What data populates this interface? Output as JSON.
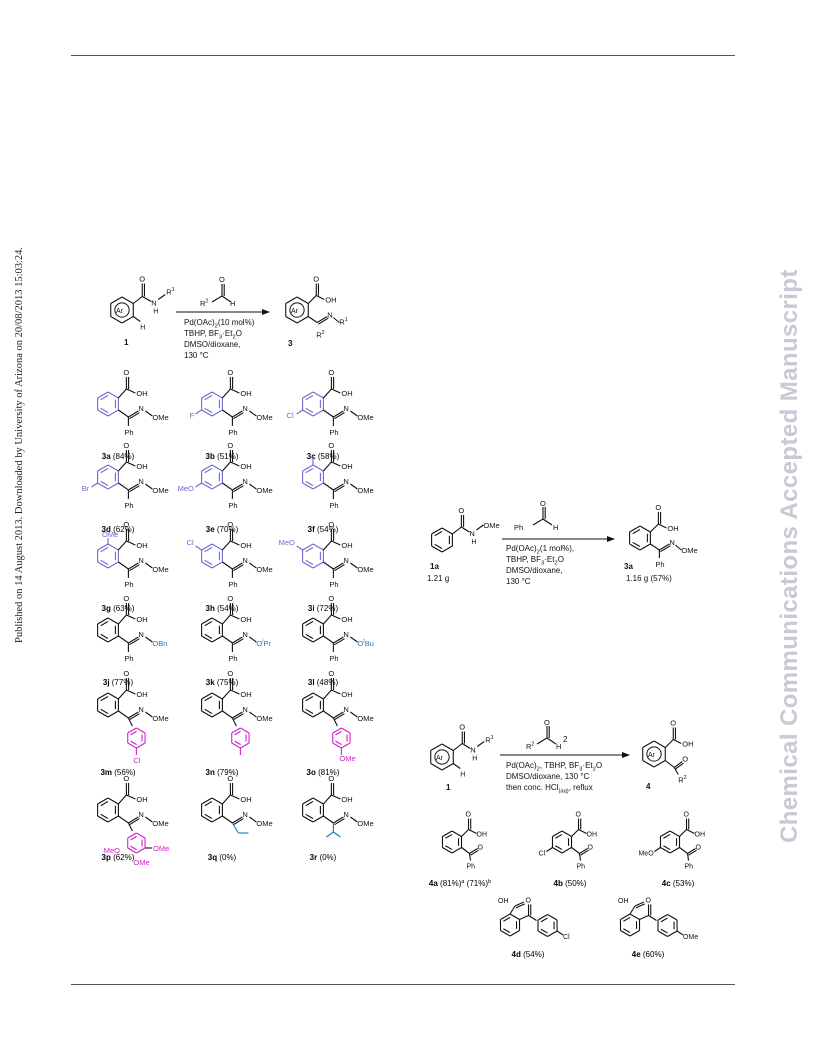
{
  "sidebar_left": "Published on 14 August 2013. Downloaded by University of Arizona on 20/08/2013 15:03:24.",
  "watermark": "Chemical Communications Accepted Manuscript",
  "colors": {
    "aryl": "#6a6ad0",
    "alkyl": "#1a7ab0",
    "magenta": "#d020c8",
    "line": "#111111"
  },
  "scheme1": {
    "arrow_top": "R",
    "conditions": [
      "Pd(OAc)",
      "TBHP, BF",
      "DMSO/dioxane,",
      "130 °C"
    ],
    "c1_sub": "2",
    "c1_tail": " (10 mol%)",
    "c2_sub": "3",
    "c2_tail": "·Et",
    "c2_sub2": "2",
    "c2_end": "O",
    "sm_label": "1",
    "prod_label": "3",
    "r1": "R",
    "r2": "R"
  },
  "products3": [
    {
      "id": "3a",
      "yield": "(84%)"
    },
    {
      "id": "3b",
      "yield": "(51%)"
    },
    {
      "id": "3c",
      "yield": "(58%)"
    },
    {
      "id": "3d",
      "yield": "(62%)"
    },
    {
      "id": "3e",
      "yield": "(70%)"
    },
    {
      "id": "3f",
      "yield": "(54%)"
    },
    {
      "id": "3g",
      "yield": "(63%)"
    },
    {
      "id": "3h",
      "yield": "(54%)"
    },
    {
      "id": "3i",
      "yield": "(72%)"
    },
    {
      "id": "3j",
      "yield": "(77%)"
    },
    {
      "id": "3k",
      "yield": "(75%)"
    },
    {
      "id": "3l",
      "yield": "(48%)"
    },
    {
      "id": "3m",
      "yield": "(56%)"
    },
    {
      "id": "3n",
      "yield": "(79%)"
    },
    {
      "id": "3o",
      "yield": "(81%)"
    },
    {
      "id": "3p",
      "yield": "(62%)"
    },
    {
      "id": "3q",
      "yield": "(0%)"
    },
    {
      "id": "3r",
      "yield": "(0%)"
    }
  ],
  "scale": {
    "sm_label": "1a",
    "sm_amount": "1.21 g",
    "prod_label": "3a",
    "prod_amount": "1.16 g (57%)",
    "conditions": [
      "Pd(OAc)",
      "TBHP, BF",
      "DMSO/dioxane,",
      "130 °C"
    ]
  },
  "scheme4": {
    "aldehyde_label": "2",
    "conditions": [
      "Pd(OAc)",
      "DMSO/dioxane, 130 °C",
      "then conc. HCl"
    ],
    "sm_label": "1",
    "prod_label": "4",
    "products": [
      {
        "id": "4a",
        "yield": "(81%)",
        "extra": "(71%)"
      },
      {
        "id": "4b",
        "yield": "(50%)"
      },
      {
        "id": "4c",
        "yield": "(53%)"
      },
      {
        "id": "4d",
        "yield": "(54%)"
      },
      {
        "id": "4e",
        "yield": "(60%)"
      }
    ]
  },
  "labels": {
    "Ph": "Ph",
    "OMe": "OMe",
    "OH": "OH",
    "N": "N",
    "O": "O",
    "H": "H",
    "Me": "Me",
    "F": "F",
    "Cl": "Cl",
    "Br": "Br",
    "MeO": "MeO",
    "OBn": "OBn",
    "OiPr": "O",
    "iPr": "i",
    "Pr": "Pr",
    "tBu": "t",
    "Bu": "Bu",
    "Ar": "Ar"
  }
}
